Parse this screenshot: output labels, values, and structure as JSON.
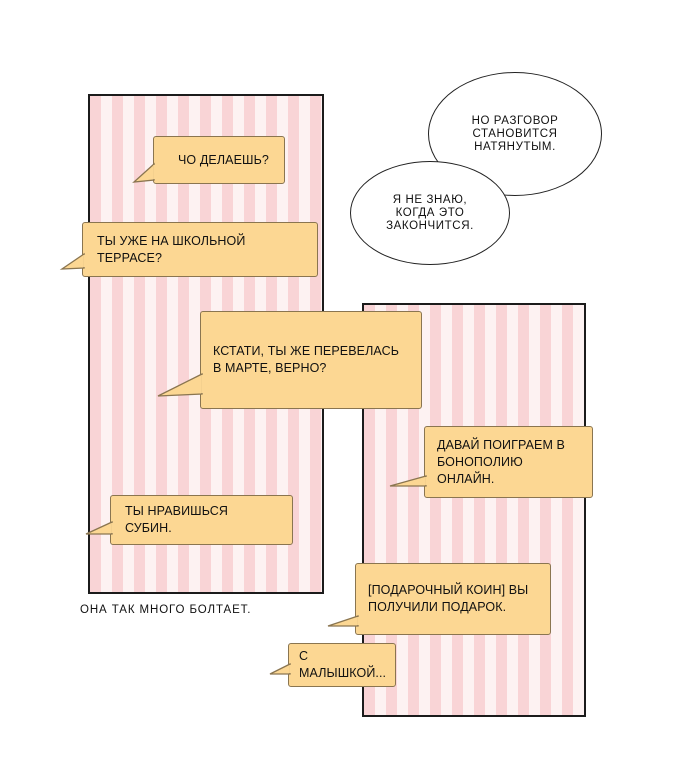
{
  "dialogue": {
    "bubble_1": "ЧО ДЕЛАЕШЬ?",
    "bubble_2": "ТЫ УЖЕ НА ШКОЛЬНОЙ ТЕРРАСЕ?",
    "bubble_3": "КСТАТИ, ТЫ ЖЕ ПЕРЕВЕЛАСЬ В МАРТЕ, ВЕРНО?",
    "bubble_4": "ТЫ НРАВИШЬСЯ СУБИН.",
    "bubble_5": "ДАВАЙ ПОИГРАЕМ В БОНОПОЛИЮ ОНЛАЙН.",
    "bubble_6": "[ПОДАРОЧНЫЙ КОИН] ВЫ ПОЛУЧИЛИ ПОДАРОК.",
    "bubble_7": "С МАЛЫШКОЙ..."
  },
  "narration": {
    "speech_top": "НО РАЗГОВОР СТАНОВИТСЯ НАТЯНУТЫМ.",
    "speech_bottom": "Я НЕ ЗНАЮ, КОГДА ЭТО ЗАКОНЧИТСЯ.",
    "caption": "ОНА ТАК МНОГО БОЛТАЕТ."
  },
  "colors": {
    "bubble_fill": "#fcd793",
    "bubble_border": "#8a7550",
    "panel_stripe": "#f9d4d6",
    "panel_border": "#1b1b1b"
  }
}
